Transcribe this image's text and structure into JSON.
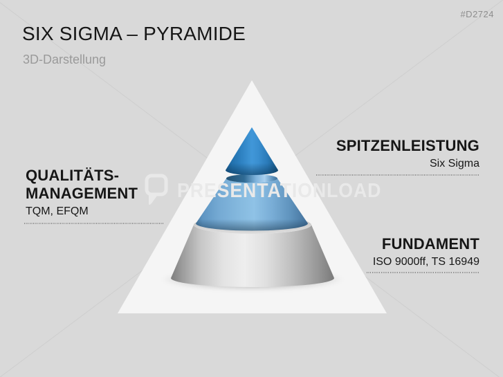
{
  "slide": {
    "product_code": "#D2724",
    "title": "SIX SIGMA – PYRAMIDE",
    "subtitle": "3D-Darstellung"
  },
  "watermark": {
    "text": "PRESENTATIONLOAD",
    "logo_icon": "speech-bubble-p-icon"
  },
  "pyramid": {
    "type": "pyramid-3-levels",
    "levels": [
      {
        "rank": 1,
        "position": "top",
        "title": "SPITZENLEISTUNG",
        "subtitle": "Six Sigma",
        "color": "#2e81c1",
        "label_side": "right"
      },
      {
        "rank": 2,
        "position": "middle",
        "title_line1": "QUALITÄTS-",
        "title_line2": "MANAGEMENT",
        "subtitle": "TQM, EFQM",
        "color": "#85b9de",
        "label_side": "left"
      },
      {
        "rank": 3,
        "position": "bottom",
        "title": "FUNDAMENT",
        "subtitle": "ISO 9000ff, TS 16949",
        "color": "#c9c9c9",
        "label_side": "right"
      }
    ]
  },
  "colors": {
    "background": "#d9d9d9",
    "triangle_fill": "#f5f5f5",
    "accent_blue": "#2e81c1",
    "text_dark": "#161616",
    "text_muted": "#9a9a9a"
  }
}
